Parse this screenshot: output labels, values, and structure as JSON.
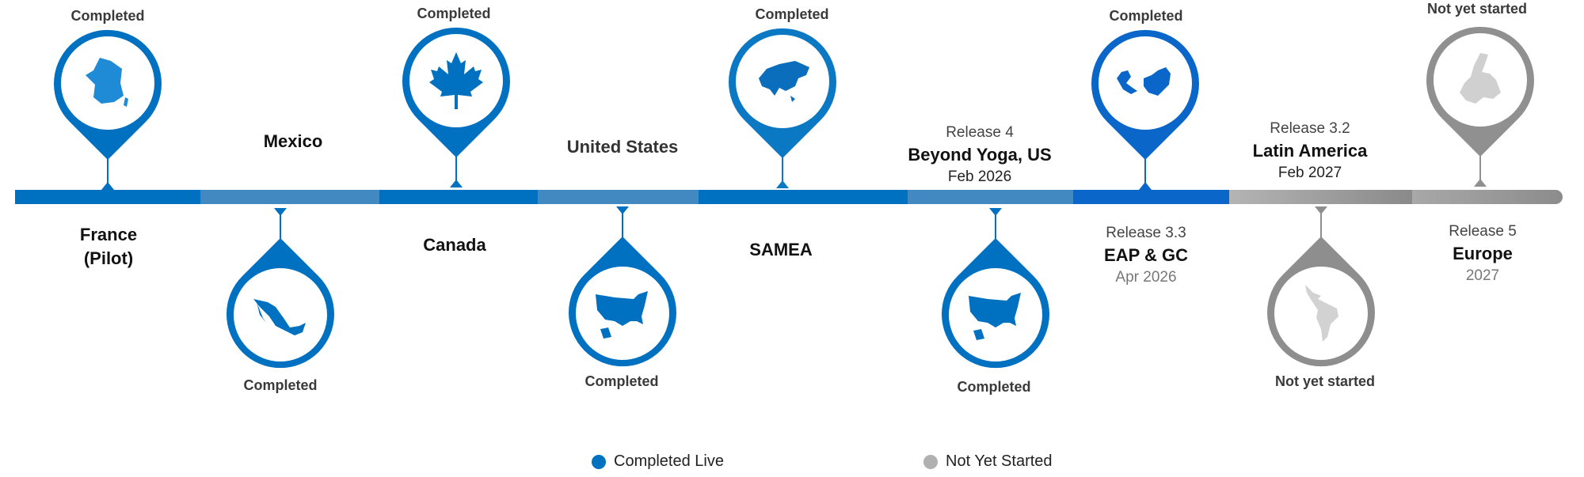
{
  "colors": {
    "completed": "#0070c0",
    "completed_light": "#4189c0",
    "current": "#0a66c8",
    "not_started": "#9a9a9a"
  },
  "milestones": [
    {
      "status": "Completed",
      "name_line1": "France",
      "name_line2": "(Pilot)",
      "icon": "france-map-icon"
    },
    {
      "status": "Completed",
      "name": "Mexico",
      "icon": "mexico-map-icon"
    },
    {
      "status": "Completed",
      "name": "Canada",
      "icon": "maple-leaf-icon"
    },
    {
      "status": "Completed",
      "name": "United States",
      "icon": "usa-map-icon"
    },
    {
      "status": "Completed",
      "name": "SAMEA",
      "icon": "asia-map-icon"
    },
    {
      "status": "Completed",
      "release": "Release 4",
      "name": "Beyond Yoga, US",
      "date": "Feb 2026",
      "icon": "usa-map-icon"
    },
    {
      "status": "Completed",
      "release": "Release 3.3",
      "name": "EAP & GC",
      "date": "Apr 2026",
      "icon": "asia-pacific-china-map-icon"
    },
    {
      "status": "Not yet started",
      "release": "Release 3.2",
      "name": "Latin America",
      "date": "Feb 2027",
      "icon": "latin-america-map-icon"
    },
    {
      "status": "Not yet started",
      "release": "Release 5",
      "name": "Europe",
      "date": "2027",
      "icon": "europe-map-icon"
    }
  ],
  "legend": [
    {
      "label": "Completed Live",
      "color": "#0070c0"
    },
    {
      "label": "Not Yet Started",
      "color": "#b0b0b0"
    }
  ]
}
